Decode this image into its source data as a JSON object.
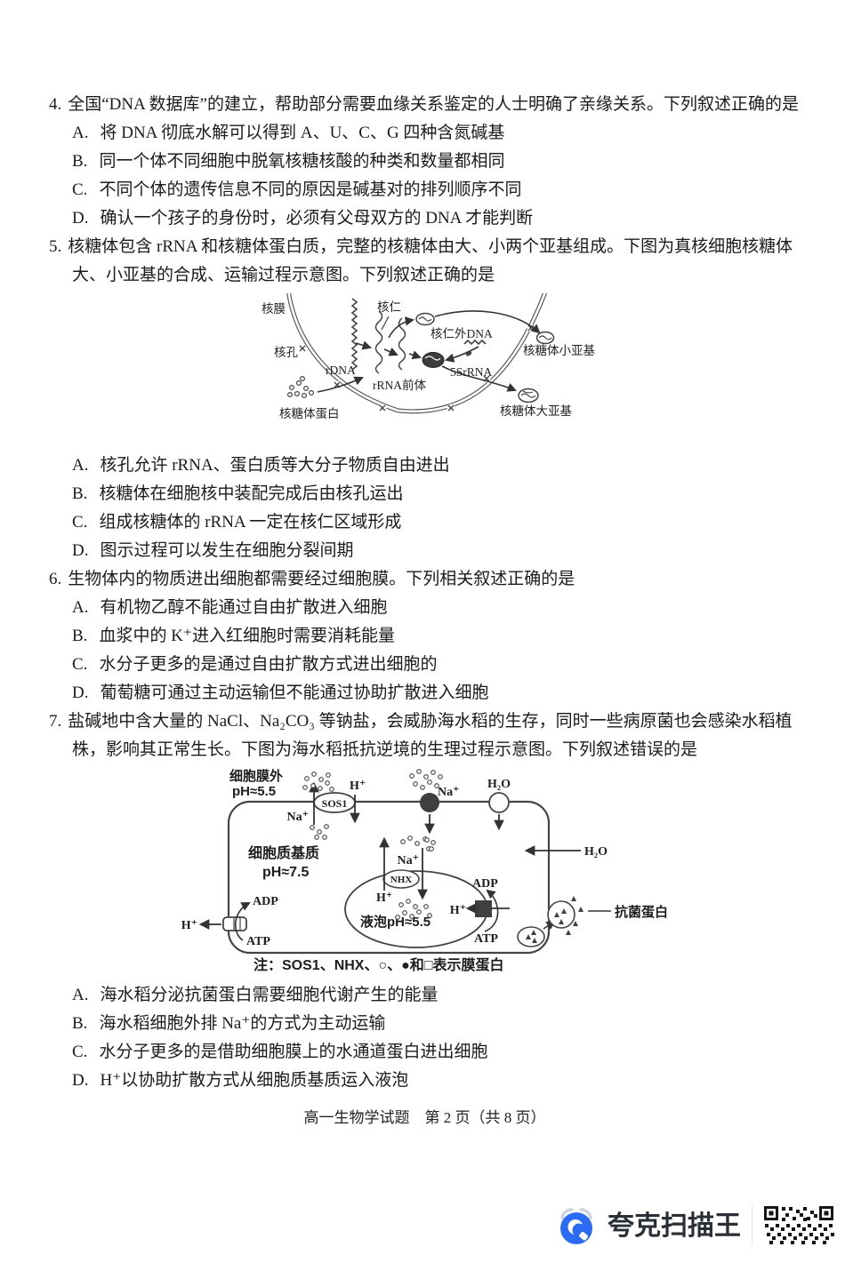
{
  "questions": [
    {
      "number": "4.",
      "stem": "全国“DNA 数据库”的建立，帮助部分需要血缘关系鉴定的人士明确了亲缘关系。下列叙述正确的是",
      "options": [
        {
          "label": "A.",
          "text": "将 DNA 彻底水解可以得到 A、U、C、G 四种含氮碱基"
        },
        {
          "label": "B.",
          "text": "同一个体不同细胞中脱氧核糖核酸的种类和数量都相同"
        },
        {
          "label": "C.",
          "text": "不同个体的遗传信息不同的原因是碱基对的排列顺序不同"
        },
        {
          "label": "D.",
          "text": "确认一个孩子的身份时，必须有父母双方的 DNA 才能判断"
        }
      ]
    },
    {
      "number": "5.",
      "stem": "核糖体包含 rRNA 和核糖体蛋白质，完整的核糖体由大、小两个亚基组成。下图为真核细胞核糖体大、小亚基的合成、运输过程示意图。下列叙述正确的是",
      "options": [
        {
          "label": "A.",
          "text": "核孔允许 rRNA、蛋白质等大分子物质自由进出"
        },
        {
          "label": "B.",
          "text": "核糖体在细胞核中装配完成后由核孔运出"
        },
        {
          "label": "C.",
          "text": "组成核糖体的 rRNA 一定在核仁区域形成"
        },
        {
          "label": "D.",
          "text": "图示过程可以发生在细胞分裂间期"
        }
      ]
    },
    {
      "number": "6.",
      "stem": "生物体内的物质进出细胞都需要经过细胞膜。下列相关叙述正确的是",
      "options": [
        {
          "label": "A.",
          "text": "有机物乙醇不能通过自由扩散进入细胞"
        },
        {
          "label": "B.",
          "text": "血浆中的 K⁺进入红细胞时需要消耗能量"
        },
        {
          "label": "C.",
          "text": "水分子更多的是通过自由扩散方式进出细胞的"
        },
        {
          "label": "D.",
          "text": "葡萄糖可通过主动运输但不能通过协助扩散进入细胞"
        }
      ]
    },
    {
      "number": "7.",
      "stem": "盐碱地中含大量的 NaCl、Na₂CO₃ 等钠盐，会威胁海水稻的生存，同时一些病原菌也会感染水稻植株，影响其正常生长。下图为海水稻抵抗逆境的生理过程示意图。下列叙述错误的是",
      "options": [
        {
          "label": "A.",
          "text": "海水稻分泌抗菌蛋白需要细胞代谢产生的能量"
        },
        {
          "label": "B.",
          "text": "海水稻细胞外排 Na⁺的方式为主动运输"
        },
        {
          "label": "C.",
          "text": "水分子更多的是借助细胞膜上的水通道蛋白进出细胞"
        },
        {
          "label": "D.",
          "text": "H⁺以协助扩散方式从细胞质基质运入液泡"
        }
      ]
    }
  ],
  "q5_diagram": {
    "labels": {
      "nuclear_membrane": "核膜",
      "nuclear_pore": "核孔",
      "nucleolus": "核仁",
      "rdna": "rDNA",
      "extranucleolar_dna": "核仁外DNA",
      "rrna_precursor": "rRNA前体",
      "five_s_rrna": "5SrRNA",
      "ribosomal_protein": "核糖体蛋白",
      "small_subunit": "核糖体小亚基",
      "large_subunit": "核糖体大亚基"
    }
  },
  "q7_diagram": {
    "labels": {
      "outside_line1": "细胞膜外",
      "outside_line2": "pH≈5.5",
      "sos1": "SOS1",
      "h_plus": "H⁺",
      "na_plus": "Na⁺",
      "h2o": "H₂O",
      "cytosol_line1": "细胞质基质",
      "cytosol_line2": "pH≈7.5",
      "nhx": "NHX",
      "vacuole_ph": "液泡pH≈5.5",
      "adp": "ADP",
      "atp": "ATP",
      "antibacterial_protein": "抗菌蛋白"
    },
    "note": "注：SOS1、NHX、○、●和□表示膜蛋白"
  },
  "footer": {
    "text": "高一生物学试题　第 2 页（共 8 页）"
  },
  "scanner_badge": {
    "brand": "夸克扫描王"
  }
}
